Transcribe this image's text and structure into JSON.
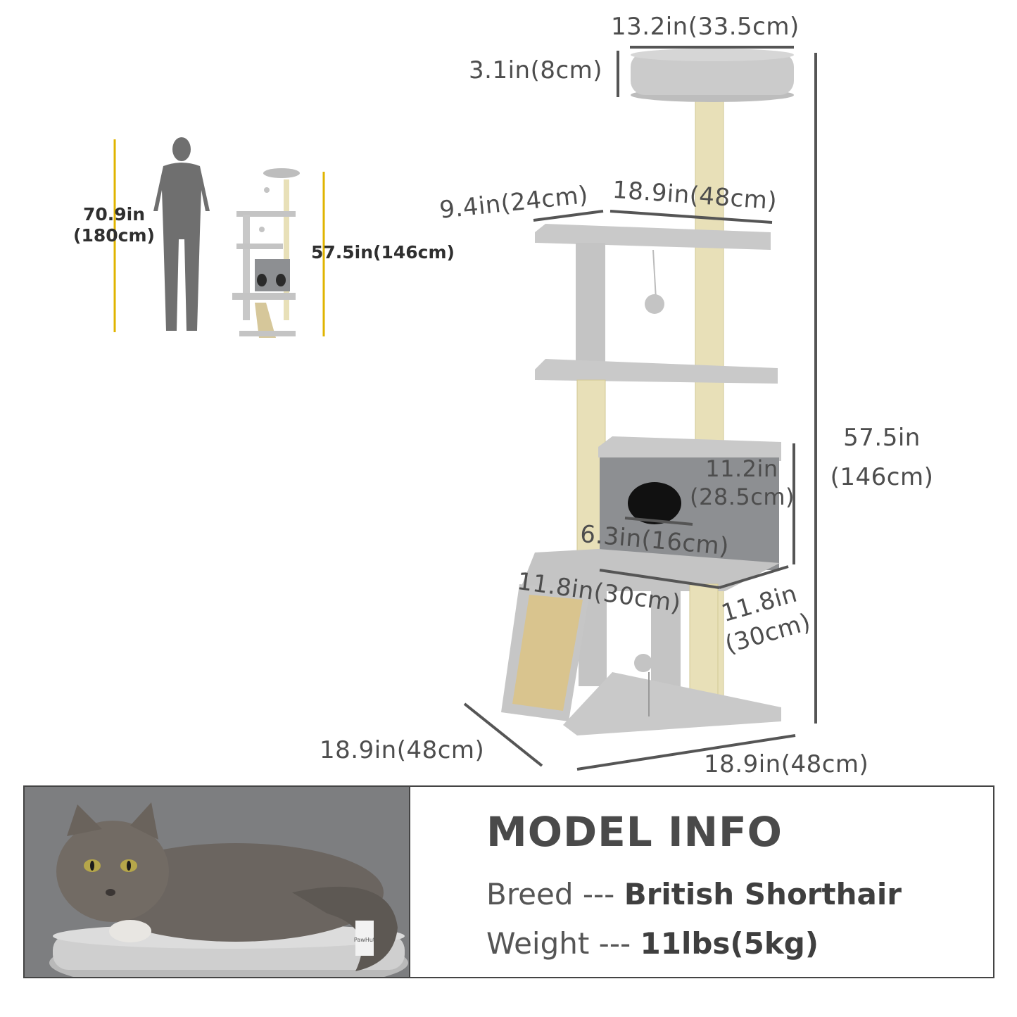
{
  "dimensions": {
    "top_width": "13.2in(33.5cm)",
    "top_height": "3.1in(8cm)",
    "platform_depth": "9.4in(24cm)",
    "platform_width": "18.9in(48cm)",
    "total_height_in": "57.5in",
    "total_height_cm": "(146cm)",
    "condo_height_in": "11.2in",
    "condo_height_cm": "(28.5cm)",
    "hole_width": "6.3in(16cm)",
    "condo_width": "11.8in(30cm)",
    "condo_depth_in": "11.8in",
    "condo_depth_cm": "(30cm)",
    "base_depth": "18.9in(48cm)",
    "base_width": "18.9in(48cm)"
  },
  "scale_comparison": {
    "person_height_in": "70.9in",
    "person_height_cm": "(180cm)",
    "tree_height": "57.5in(146cm)"
  },
  "model_info": {
    "title": "MODEL INFO",
    "breed_label": "Breed ---",
    "breed_value": "British Shorthair",
    "weight_label": "Weight ---",
    "weight_value": "11lbs(5kg)",
    "brand": "PawHut"
  },
  "colors": {
    "plush_grey": "#c4c4c4",
    "condo_grey": "#8d8f92",
    "sisal": "#e8e0b8",
    "dimension_line": "#555555",
    "scale_line": "#e0b400"
  }
}
